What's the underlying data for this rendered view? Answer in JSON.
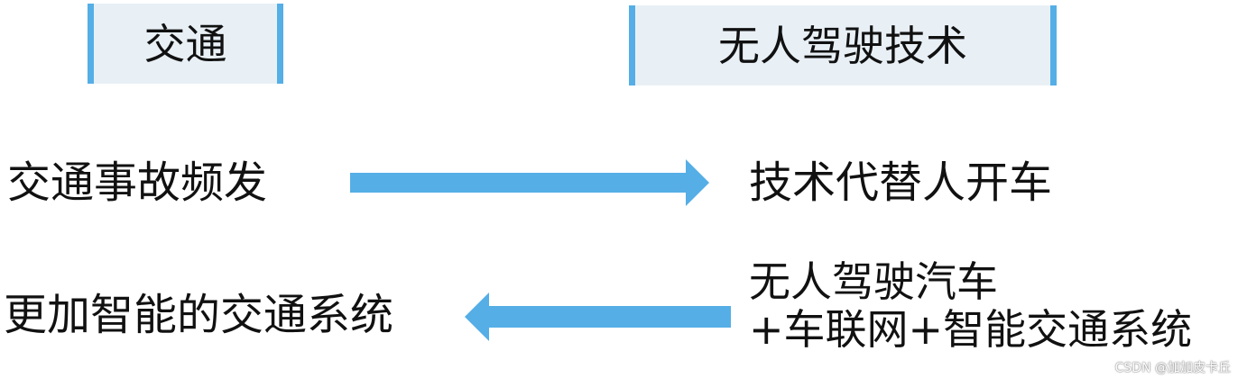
{
  "header": {
    "left_label": "交通",
    "right_label": "无人驾驶技术"
  },
  "row1": {
    "left_text": "交通事故频发",
    "right_text": "技术代替人开车"
  },
  "row2": {
    "left_text": "更加智能的交通系统",
    "right_line1": "无人驾驶汽车",
    "right_line2": "+车联网+智能交通系统"
  },
  "colors": {
    "accent": "#55aee6",
    "box_fill": "#e8f0f6",
    "text": "#111111"
  },
  "icons": {
    "arrow_right": "arrow-right-icon",
    "arrow_left": "arrow-left-icon"
  },
  "watermark": "CSDN @加加皮卡丘"
}
